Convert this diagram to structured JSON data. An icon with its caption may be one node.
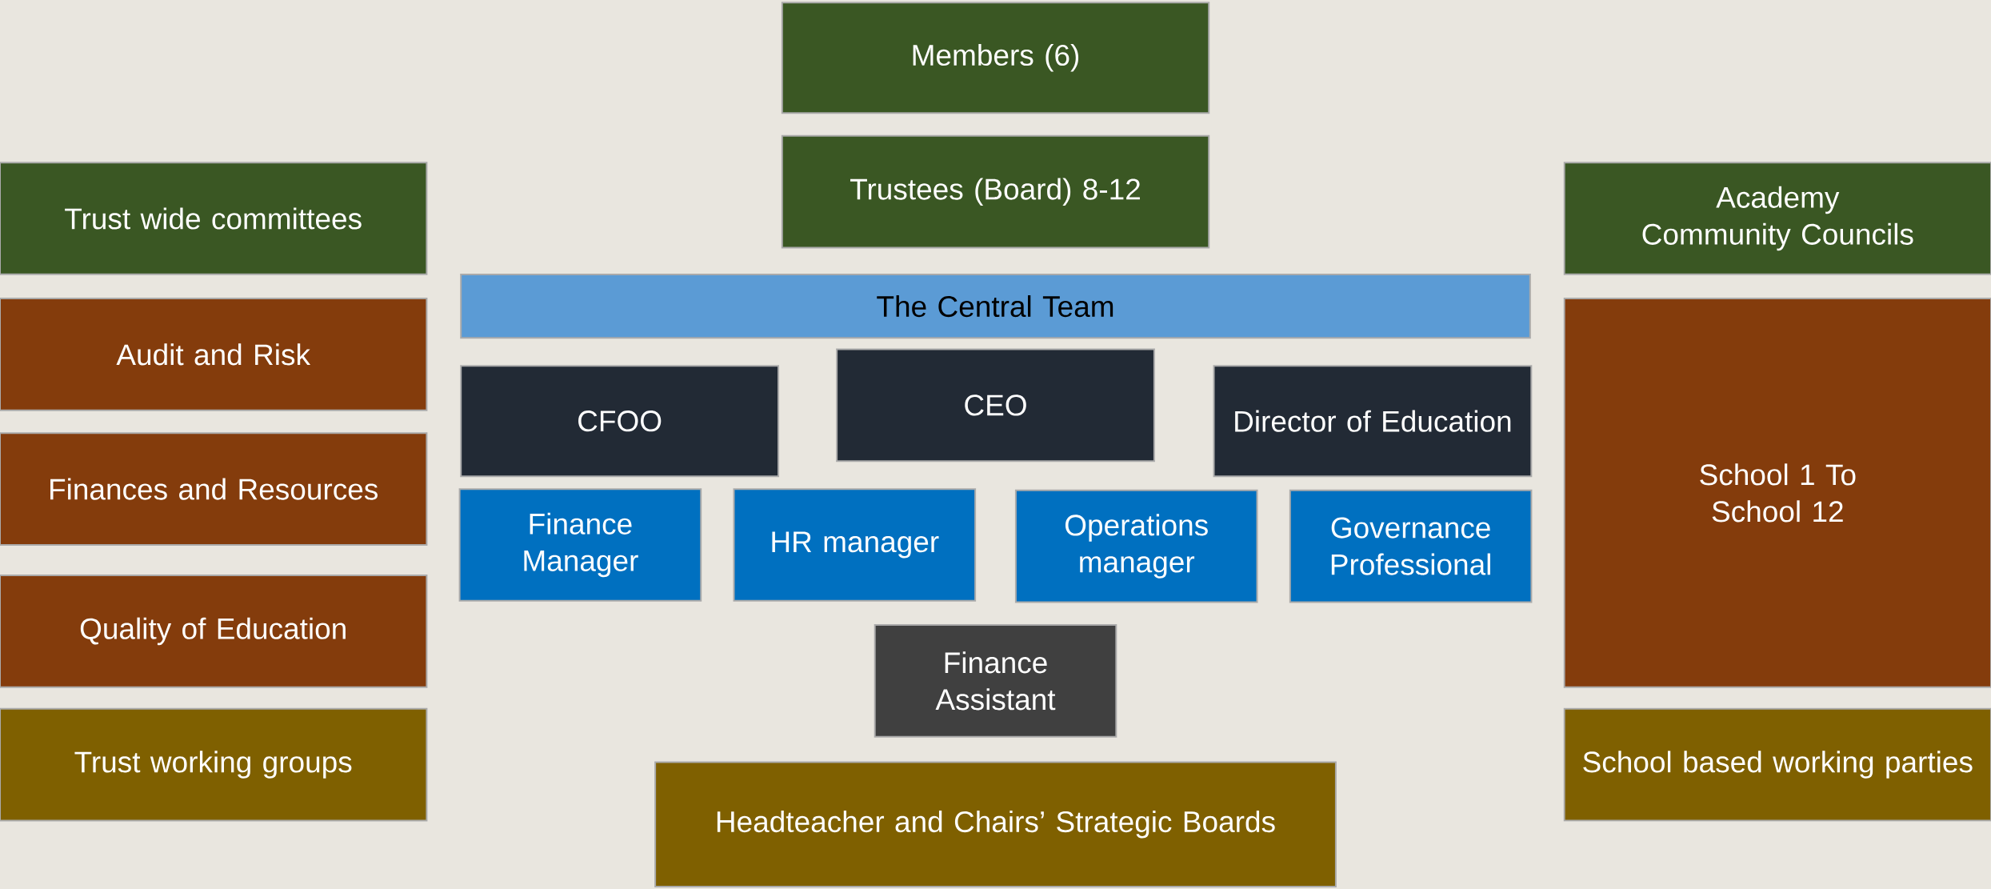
{
  "diagram": {
    "nodes": [
      {
        "text": [
          "Members (6)"
        ]
      },
      {
        "text": [
          "Trustees (Board) 8-12"
        ]
      },
      {
        "text": [
          "Trust wide committees"
        ]
      },
      {
        "text": [
          "Academy Community Councils"
        ]
      },
      {
        "text": [
          "The Central Team"
        ]
      },
      {
        "text": [
          "Audit and Risk"
        ]
      },
      {
        "text": [
          "CFOO"
        ]
      },
      {
        "text": [
          "CEO"
        ]
      },
      {
        "text": [
          "Director of Education"
        ]
      },
      {
        "text": [
          "School 1 To School 12"
        ]
      },
      {
        "text": [
          "Finances and Resources"
        ]
      },
      {
        "text": [
          "Finance Manager"
        ]
      },
      {
        "text": [
          "HR manager"
        ]
      },
      {
        "text": [
          "Operations manager"
        ]
      },
      {
        "text": [
          "Governance Professional"
        ]
      },
      {
        "text": [
          "Quality of Education"
        ]
      },
      {
        "text": [
          "Finance Assistant"
        ]
      },
      {
        "text": [
          "Trust working groups"
        ]
      },
      {
        "text": [
          "School based working parties"
        ]
      },
      {
        "text": [
          "Headteacher and Chairs’ Strategic Boards"
        ]
      }
    ]
  }
}
